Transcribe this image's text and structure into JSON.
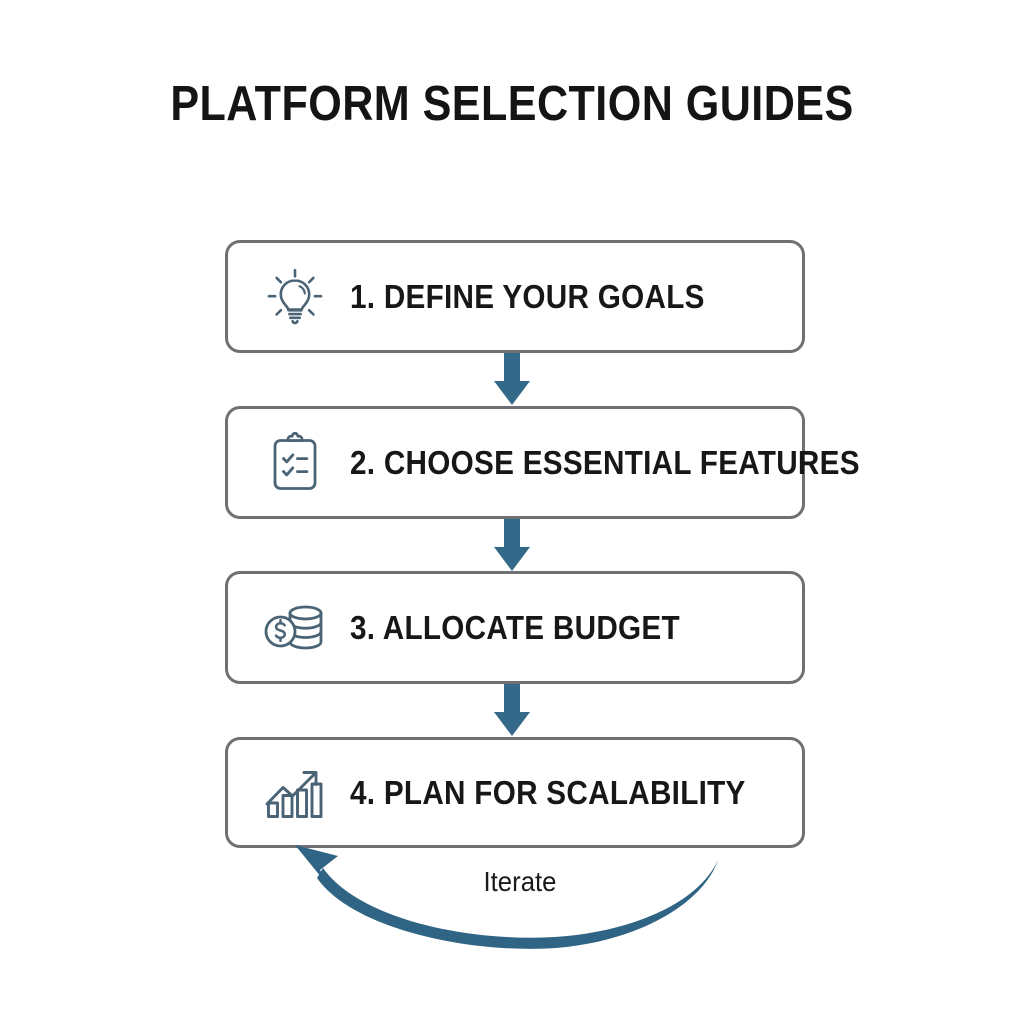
{
  "page": {
    "title": "PLATFORM SELECTION GUIDES",
    "background_color": "#ffffff"
  },
  "colors": {
    "title_text": "#141414",
    "box_border": "#6e7073",
    "box_fill": "#ffffff",
    "step_text": "#171717",
    "icon_stroke": "#4a6375",
    "arrow_fill": "#35698a",
    "loop_arrow_fill": "#2f6484",
    "iterate_text": "#1a1a1a"
  },
  "flow": {
    "steps": [
      {
        "label": "1. DEFINE YOUR GOALS",
        "icon": "lightbulb-icon"
      },
      {
        "label": "2. CHOOSE ESSENTIAL FEATURES",
        "icon": "clipboard-checklist-icon"
      },
      {
        "label": "3. ALLOCATE BUDGET",
        "icon": "coins-dollar-icon"
      },
      {
        "label": "4. PLAN FOR SCALABILITY",
        "icon": "growth-chart-icon"
      }
    ],
    "connectors": [
      {
        "type": "down-arrow",
        "from": 1,
        "to": 2
      },
      {
        "type": "down-arrow",
        "from": 2,
        "to": 3
      },
      {
        "type": "down-arrow",
        "from": 3,
        "to": 4
      }
    ],
    "feedback_loop": {
      "label": "Iterate",
      "from": 4,
      "to": 1,
      "direction": "right-to-left",
      "shape": "curved-arc"
    }
  }
}
